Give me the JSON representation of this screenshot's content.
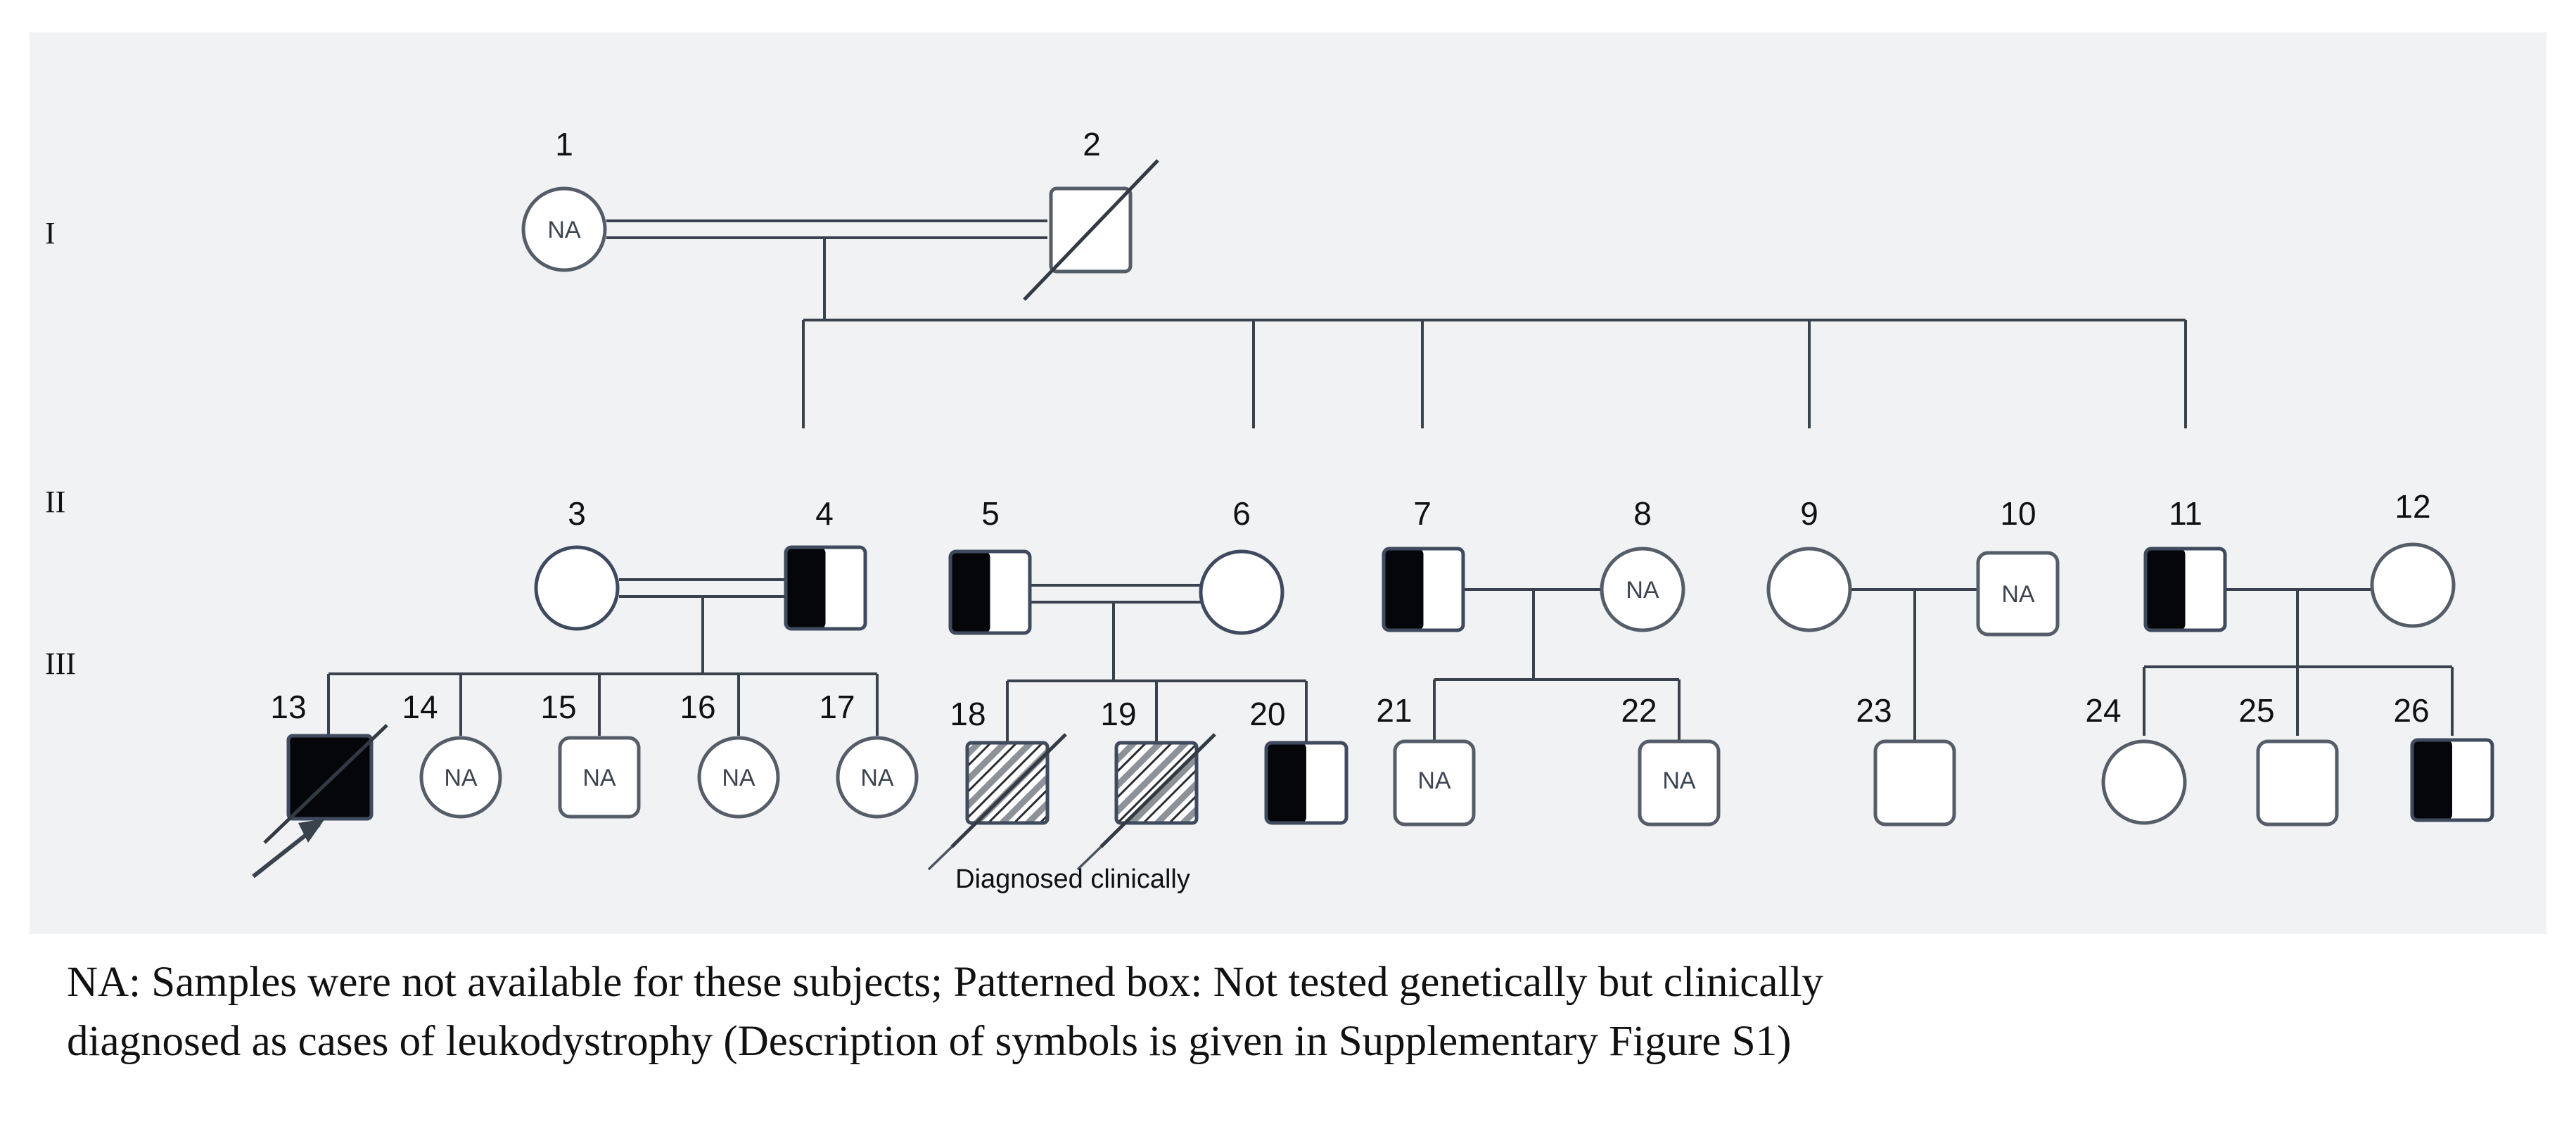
{
  "figure": {
    "type": "pedigree-chart",
    "background": "#f0f2f4",
    "accent_fill": "#05060a",
    "outline_color": "#3f4a5e",
    "generation_labels": [
      "I",
      "II",
      "III"
    ],
    "annotation_note": "Diagnosed clinically",
    "na_text": "NA"
  },
  "caption": {
    "line1": "NA: Samples were not available for these subjects; Patterned box: Not tested genetically but clinically",
    "line2": "diagnosed as cases of leukodystrophy (Description of symbols is given in Supplementary Figure S1)"
  },
  "individuals": [
    {
      "id": "1",
      "generation": "I",
      "sex": "female",
      "shape": "circle",
      "fill": "none",
      "inner_text": "NA",
      "deceased": false,
      "proband": false
    },
    {
      "id": "2",
      "generation": "I",
      "sex": "male",
      "shape": "square",
      "fill": "none",
      "inner_text": "",
      "deceased": true,
      "proband": false
    },
    {
      "id": "3",
      "generation": "II",
      "sex": "female",
      "shape": "circle",
      "fill": "half-left",
      "inner_text": "",
      "deceased": false,
      "proband": false
    },
    {
      "id": "4",
      "generation": "II",
      "sex": "male",
      "shape": "square",
      "fill": "half-left",
      "inner_text": "",
      "deceased": false,
      "proband": false
    },
    {
      "id": "5",
      "generation": "II",
      "sex": "male",
      "shape": "square",
      "fill": "half-left",
      "inner_text": "",
      "deceased": false,
      "proband": false
    },
    {
      "id": "6",
      "generation": "II",
      "sex": "female",
      "shape": "circle",
      "fill": "half-left",
      "inner_text": "",
      "deceased": false,
      "proband": false
    },
    {
      "id": "7",
      "generation": "II",
      "sex": "male",
      "shape": "square",
      "fill": "half-left",
      "inner_text": "",
      "deceased": false,
      "proband": false
    },
    {
      "id": "8",
      "generation": "II",
      "sex": "female",
      "shape": "circle",
      "fill": "none",
      "inner_text": "NA",
      "deceased": false,
      "proband": false
    },
    {
      "id": "9",
      "generation": "II",
      "sex": "female",
      "shape": "circle",
      "fill": "none",
      "inner_text": "",
      "deceased": false,
      "proband": false
    },
    {
      "id": "10",
      "generation": "II",
      "sex": "male",
      "shape": "square",
      "fill": "none",
      "inner_text": "NA",
      "deceased": false,
      "proband": false
    },
    {
      "id": "11",
      "generation": "II",
      "sex": "male",
      "shape": "square",
      "fill": "half-left",
      "inner_text": "",
      "deceased": false,
      "proband": false
    },
    {
      "id": "12",
      "generation": "II",
      "sex": "female",
      "shape": "circle",
      "fill": "none",
      "inner_text": "",
      "deceased": false,
      "proband": false
    },
    {
      "id": "13",
      "generation": "III",
      "sex": "male",
      "shape": "square",
      "fill": "full",
      "inner_text": "",
      "deceased": true,
      "proband": true
    },
    {
      "id": "14",
      "generation": "III",
      "sex": "female",
      "shape": "circle",
      "fill": "none",
      "inner_text": "NA",
      "deceased": false,
      "proband": false
    },
    {
      "id": "15",
      "generation": "III",
      "sex": "male",
      "shape": "square",
      "fill": "none",
      "inner_text": "NA",
      "deceased": false,
      "proband": false
    },
    {
      "id": "16",
      "generation": "III",
      "sex": "female",
      "shape": "circle",
      "fill": "none",
      "inner_text": "NA",
      "deceased": false,
      "proband": false
    },
    {
      "id": "17",
      "generation": "III",
      "sex": "female",
      "shape": "circle",
      "fill": "none",
      "inner_text": "NA",
      "deceased": false,
      "proband": false
    },
    {
      "id": "18",
      "generation": "III",
      "sex": "male",
      "shape": "square",
      "fill": "hatched",
      "inner_text": "",
      "deceased": true,
      "proband": false
    },
    {
      "id": "19",
      "generation": "III",
      "sex": "male",
      "shape": "square",
      "fill": "hatched",
      "inner_text": "",
      "deceased": true,
      "proband": false
    },
    {
      "id": "20",
      "generation": "III",
      "sex": "male",
      "shape": "square",
      "fill": "half-left",
      "inner_text": "",
      "deceased": false,
      "proband": false
    },
    {
      "id": "21",
      "generation": "III",
      "sex": "male",
      "shape": "square",
      "fill": "none",
      "inner_text": "NA",
      "deceased": false,
      "proband": false
    },
    {
      "id": "22",
      "generation": "III",
      "sex": "male",
      "shape": "square",
      "fill": "none",
      "inner_text": "NA",
      "deceased": false,
      "proband": false
    },
    {
      "id": "23",
      "generation": "III",
      "sex": "male",
      "shape": "square",
      "fill": "none",
      "inner_text": "",
      "deceased": false,
      "proband": false
    },
    {
      "id": "24",
      "generation": "III",
      "sex": "female",
      "shape": "circle",
      "fill": "none",
      "inner_text": "",
      "deceased": false,
      "proband": false
    },
    {
      "id": "25",
      "generation": "III",
      "sex": "male",
      "shape": "square",
      "fill": "none",
      "inner_text": "",
      "deceased": false,
      "proband": false
    },
    {
      "id": "26",
      "generation": "III",
      "sex": "male",
      "shape": "square",
      "fill": "half-left",
      "inner_text": "",
      "deceased": false,
      "proband": false
    }
  ],
  "matings": [
    {
      "partners": [
        "1",
        "2"
      ],
      "consanguineous": true,
      "children": [
        "4",
        "6",
        "7",
        "9",
        "11"
      ]
    },
    {
      "partners": [
        "3",
        "4"
      ],
      "consanguineous": true,
      "children": [
        "13",
        "14",
        "15",
        "16",
        "17"
      ]
    },
    {
      "partners": [
        "5",
        "6"
      ],
      "consanguineous": true,
      "children": [
        "18",
        "19",
        "20"
      ]
    },
    {
      "partners": [
        "7",
        "8"
      ],
      "consanguineous": false,
      "children": [
        "21",
        "22"
      ]
    },
    {
      "partners": [
        "9",
        "10"
      ],
      "consanguineous": false,
      "children": [
        "23"
      ]
    },
    {
      "partners": [
        "11",
        "12"
      ],
      "consanguineous": false,
      "children": [
        "24",
        "25",
        "26"
      ]
    }
  ]
}
